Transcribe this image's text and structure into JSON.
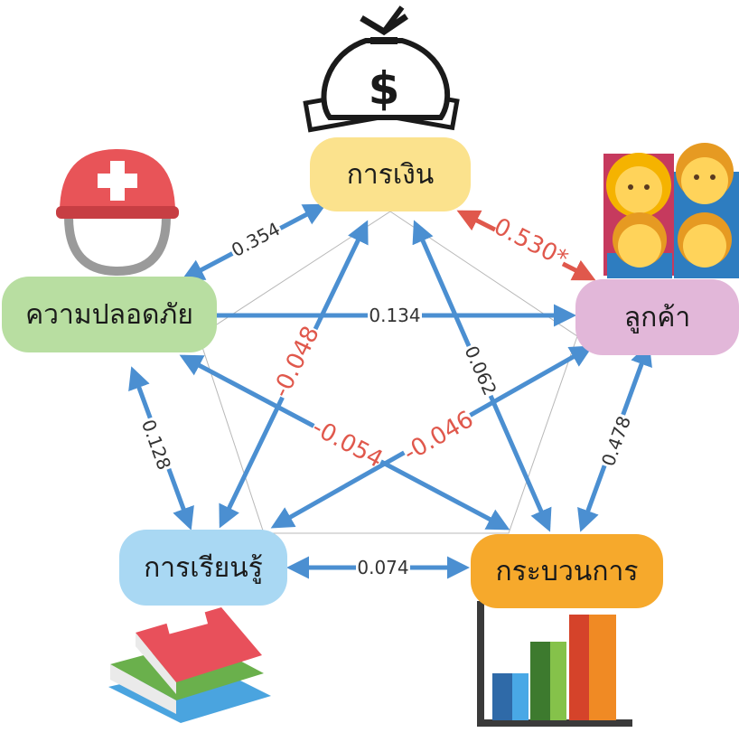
{
  "nodes": {
    "finance": {
      "label": "การเงิน",
      "color": "#fbe28d",
      "icon": "money-bag-icon"
    },
    "safety": {
      "label": "ความปลอดภัย",
      "color": "#b8dea1",
      "icon": "safety-helmet-icon"
    },
    "customer": {
      "label": "ลูกค้า",
      "color": "#e2b7d9",
      "icon": "family-icon"
    },
    "learning": {
      "label": "การเรียนรู้",
      "color": "#a9d8f3",
      "icon": "books-icon"
    },
    "process": {
      "label": "กระบวนการ",
      "color": "#f6a92c",
      "icon": "bar-chart-icon"
    }
  },
  "edges": [
    {
      "from": "finance",
      "to": "safety",
      "value": "0.354",
      "color": "#4b8fd1"
    },
    {
      "from": "finance",
      "to": "customer",
      "value": "0.530*",
      "color": "#e0584c"
    },
    {
      "from": "safety",
      "to": "customer",
      "value": "0.134",
      "color": "#4b8fd1"
    },
    {
      "from": "finance",
      "to": "learning",
      "value": "-0.048",
      "color": "#e0584c"
    },
    {
      "from": "finance",
      "to": "process",
      "value": "0.062",
      "color": "#4b8fd1"
    },
    {
      "from": "safety",
      "to": "learning",
      "value": "0.128",
      "color": "#4b8fd1"
    },
    {
      "from": "safety",
      "to": "process",
      "value": "-0.054",
      "color": "#e0584c"
    },
    {
      "from": "customer",
      "to": "learning",
      "value": "-0.046",
      "color": "#e0584c"
    },
    {
      "from": "customer",
      "to": "process",
      "value": "0.478",
      "color": "#4b8fd1"
    },
    {
      "from": "learning",
      "to": "process",
      "value": "0.074",
      "color": "#4b8fd1"
    }
  ],
  "colors": {
    "positive": "#4b8fd1",
    "negative": "#e0584c",
    "significant": "#e0584c"
  }
}
